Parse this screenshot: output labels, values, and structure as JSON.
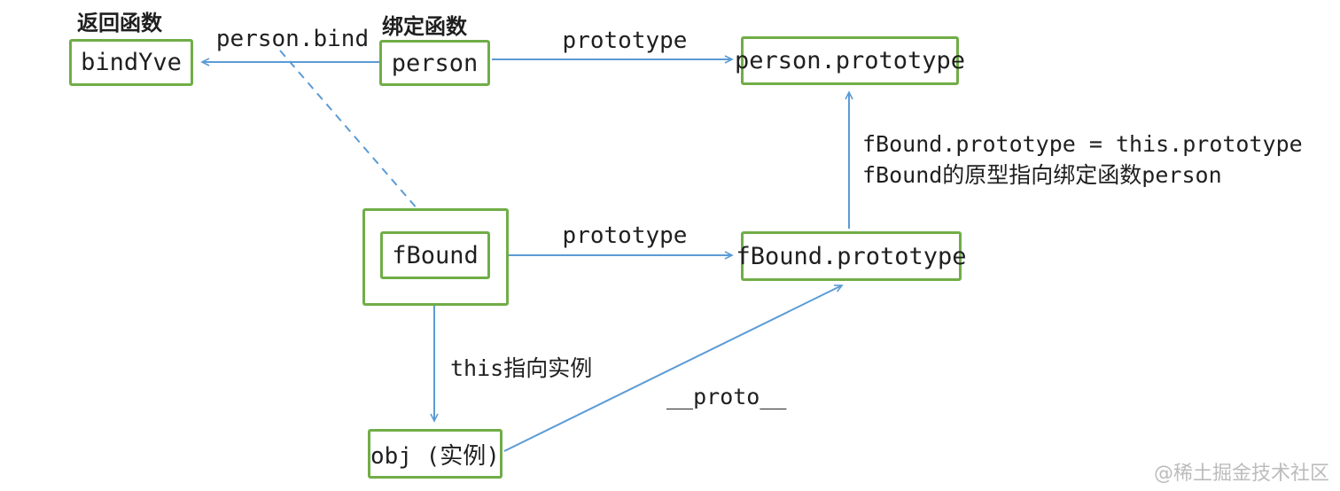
{
  "colors": {
    "box_border": "#70ad47",
    "arrow": "#5b9bd5",
    "text": "#1f1f1f",
    "watermark": "#bcbcbc"
  },
  "nodes": {
    "bindYve": {
      "caption": "返回函数",
      "label": "bindYve"
    },
    "person": {
      "caption": "绑定函数",
      "label": "person"
    },
    "person_prototype": {
      "label": "person.prototype"
    },
    "fBound": {
      "label": "fBound"
    },
    "fBound_prototype": {
      "label": "fBound.prototype"
    },
    "obj": {
      "label": "obj (实例)"
    }
  },
  "edges": {
    "person_bind_label": "person.bind",
    "person_prototype_label": "prototype",
    "fBound_prototype_label": "prototype",
    "this_label": "this指向实例",
    "proto_label": "__proto__"
  },
  "annotation": {
    "line1": "fBound.prototype = this.prototype",
    "line2": "fBound的原型指向绑定函数person"
  },
  "watermark": "@稀土掘金技术社区"
}
